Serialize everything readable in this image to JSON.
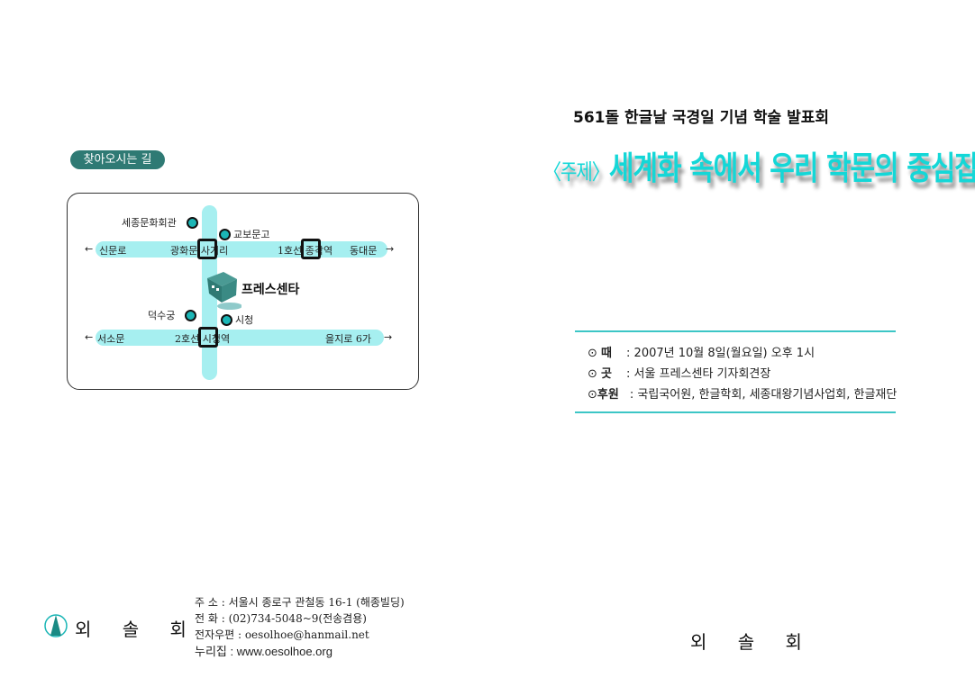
{
  "left": {
    "directions_badge": "찾아오시는 길",
    "map": {
      "top_road": {
        "west": "신문로",
        "station1": "광화문 사거리",
        "station2": "1호선 종각역",
        "east": "동대문"
      },
      "bottom_road": {
        "west": "서소문",
        "station": "2호선 시청역",
        "east": "을지로 6가"
      },
      "landmarks": {
        "sejong": "세종문화회관",
        "kyobo": "교보문고",
        "press_center": "프레스센타",
        "deoksugung": "덕수궁",
        "city_hall": "시청"
      },
      "arrow_left": "←",
      "arrow_right": "→"
    },
    "org_name": "외 솔 회",
    "contact": {
      "address": "주 소 : 서울시 종로구 관철동 16-1 (해종빌딩)",
      "phone": "전 화 : (02)734-5048~9(전송겸용)",
      "email": "전자우편 : oesolhoe@hanmail.net",
      "web": "누리집 : www.oesolhoe.org"
    }
  },
  "right": {
    "event_title": "561돌 한글날 국경일 기념 학술 발표회",
    "theme_prefix": "〈주제〉",
    "theme": "세계화 속에서 우리 학문의 중심잡기",
    "details": [
      {
        "bullet": "⊙",
        "label": "때",
        "value": ": 2007년 10월 8일(월요일) 오후 1시"
      },
      {
        "bullet": "⊙",
        "label": "곳",
        "value": ": 서울 프레스센타 기자회견장"
      },
      {
        "bullet": "⊙",
        "label": "후원",
        "value": ": 국립국어원, 한글학회, 세종대왕기념사업회, 한글재단"
      }
    ],
    "org_name": "외 솔 회"
  },
  "colors": {
    "accent": "#2f7a74",
    "road": "#a6eff0",
    "title_cyan": "#14d7d7"
  }
}
